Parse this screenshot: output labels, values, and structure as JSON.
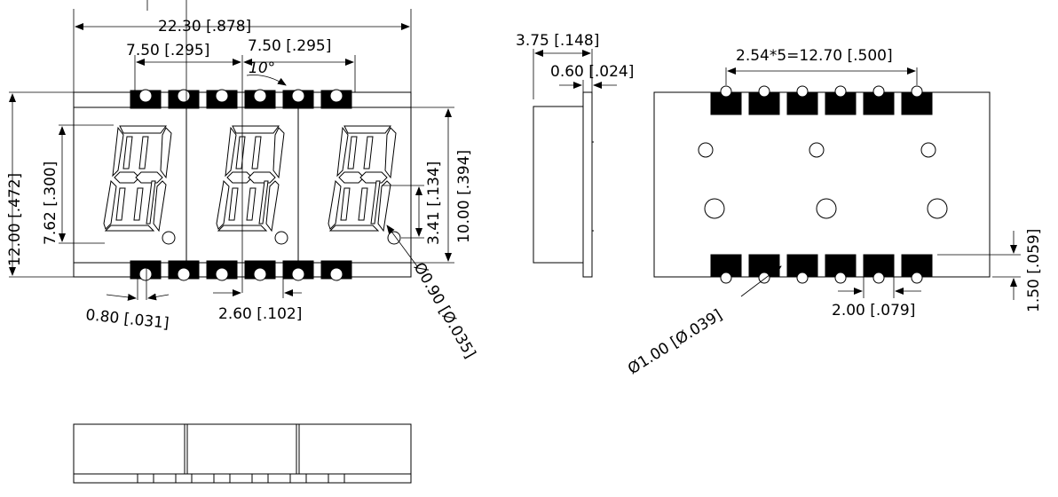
{
  "front_view": {
    "overall_width": "22.30 [.878]",
    "digit_pitch_left": "7.50 [.295]",
    "digit_pitch_right": "7.50 [.295]",
    "slant_angle": "10°",
    "overall_height": "12.00 [.472]",
    "digit_height": "7.62 [.300]",
    "inner_height": "10.00 [.394]",
    "dp_offset": "3.41 [.134]",
    "pin_width": "0.80 [.031]",
    "pin_spacing": "2.60 [.102]",
    "dp_diameter": "Ø0.90 [Ø.035]"
  },
  "side_view": {
    "depth": "3.75 [.148]",
    "face_thickness": "0.60 [.024]"
  },
  "back_view": {
    "pad_pitch": "2.54*5=12.70 [.500]",
    "pad_height": "1.50 [.059]",
    "pad_width": "2.00 [.079]",
    "hole_diameter": "Ø1.00 [Ø.039]"
  }
}
